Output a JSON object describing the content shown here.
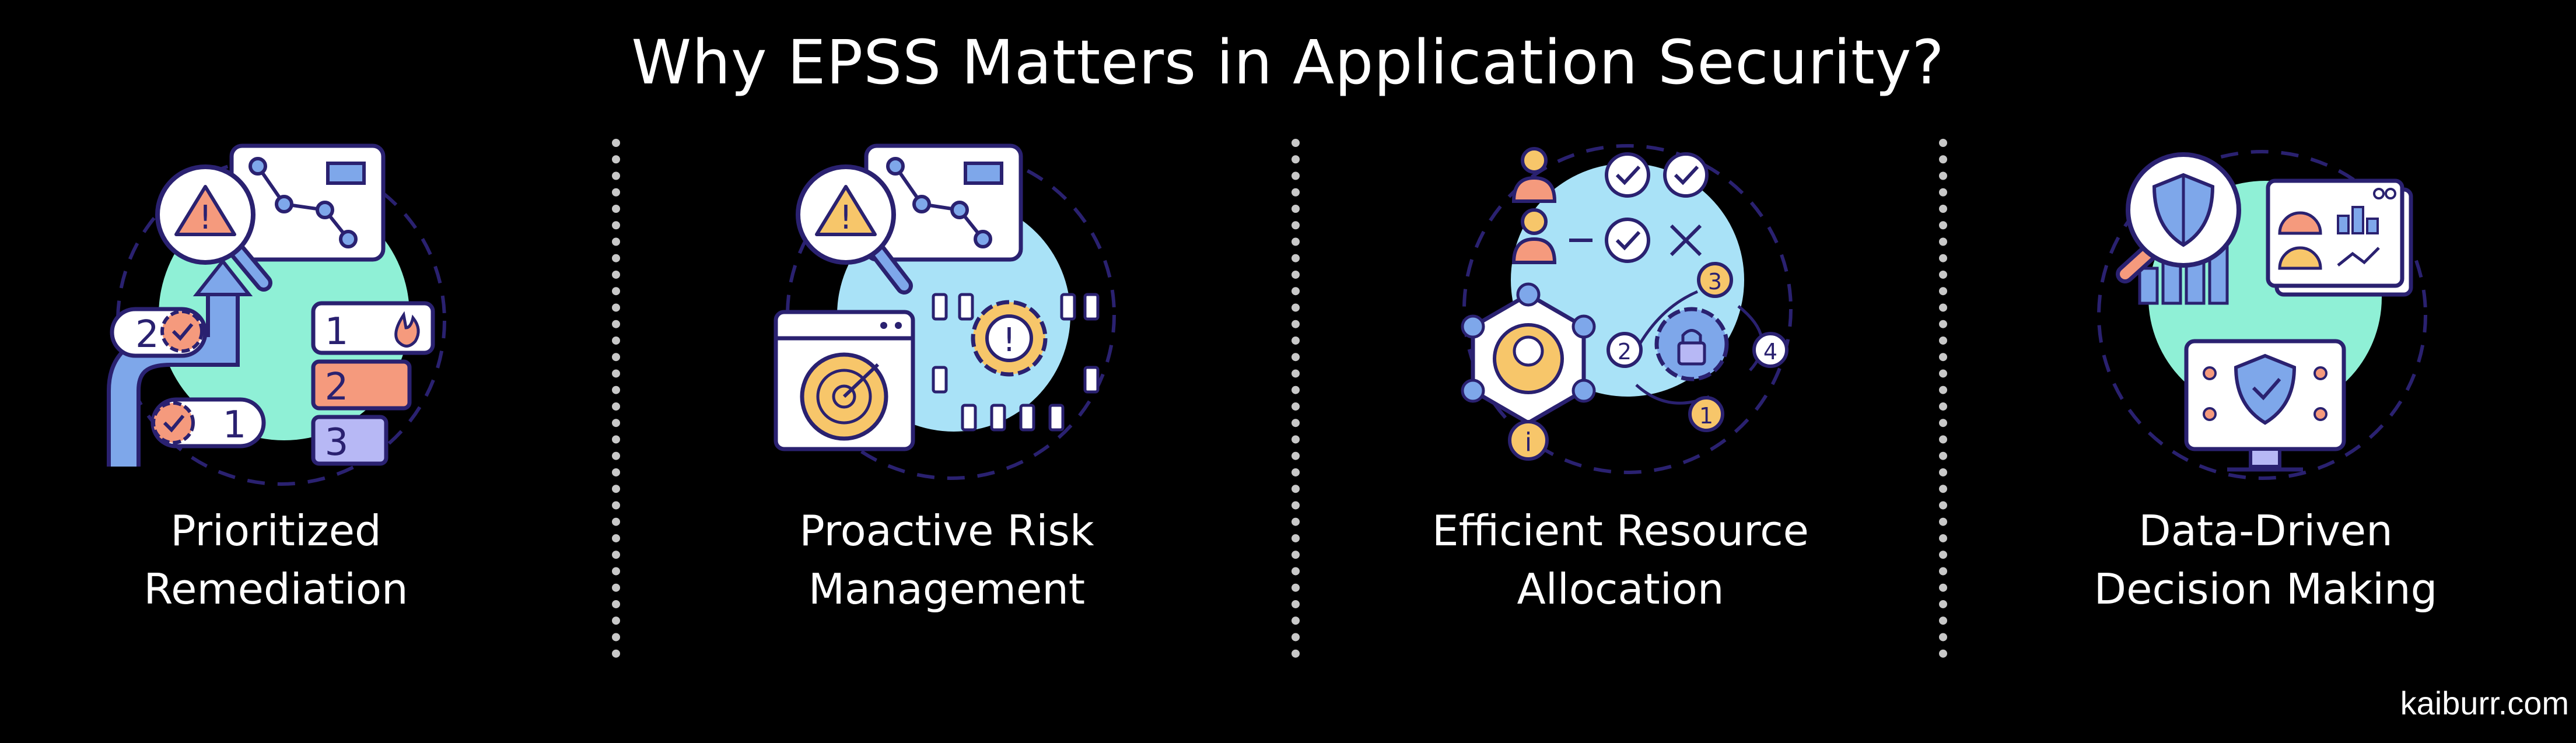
{
  "title": "Why EPSS Matters in Application Security?",
  "sections": [
    {
      "line1": "Prioritized",
      "line2": "Remediation",
      "icon": "prioritized-remediation-icon",
      "numbers": [
        "2",
        "1",
        "1",
        "2",
        "3"
      ]
    },
    {
      "line1": "Proactive Risk",
      "line2": "Management",
      "icon": "proactive-risk-management-icon"
    },
    {
      "line1": "Efficient Resource",
      "line2": "Allocation",
      "icon": "efficient-resource-allocation-icon",
      "numbers": [
        "3",
        "2",
        "4",
        "1"
      ]
    },
    {
      "line1": "Data-Driven",
      "line2": "Decision Making",
      "icon": "data-driven-decision-icon"
    }
  ],
  "footer": "kaiburr.com",
  "colors": {
    "background": "#000000",
    "text": "#ffffff",
    "outline": "#2a2170",
    "mint": "#8ff0d6",
    "sky": "#a9e2f7",
    "yellow": "#f7c66a",
    "salmon": "#f59a7d",
    "lavender": "#b7b8f5",
    "blue": "#7ea7ea",
    "divider": "#c8c8c8"
  }
}
